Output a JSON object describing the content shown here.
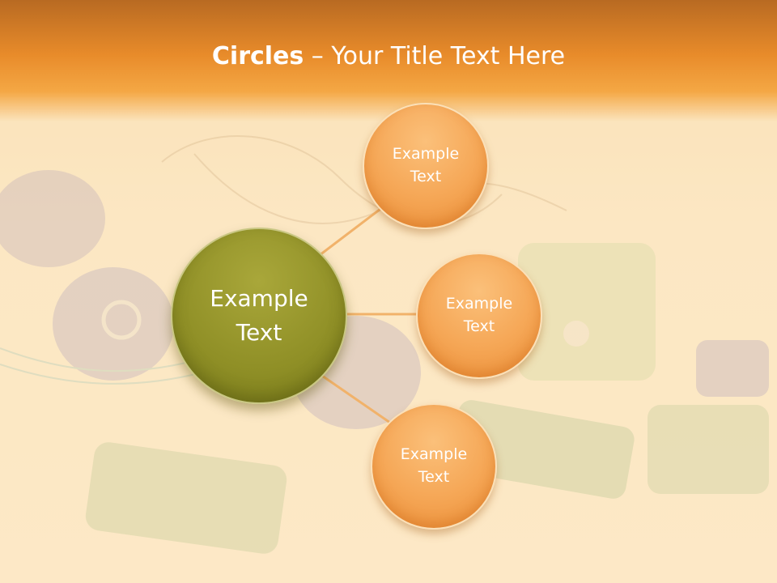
{
  "title": {
    "bold": "Circles",
    "rest": " – Your Title Text Here"
  },
  "center_circle": {
    "line1": "Example",
    "line2": "Text"
  },
  "outer_circles": [
    {
      "line1": "Example",
      "line2": "Text"
    },
    {
      "line1": "Example",
      "line2": "Text"
    },
    {
      "line1": "Example",
      "line2": "Text"
    }
  ],
  "colors": {
    "header": "#e88b2a",
    "center_fill": "#8f8f26",
    "outer_fill": "#f5a655",
    "connector": "#f1b26a"
  }
}
